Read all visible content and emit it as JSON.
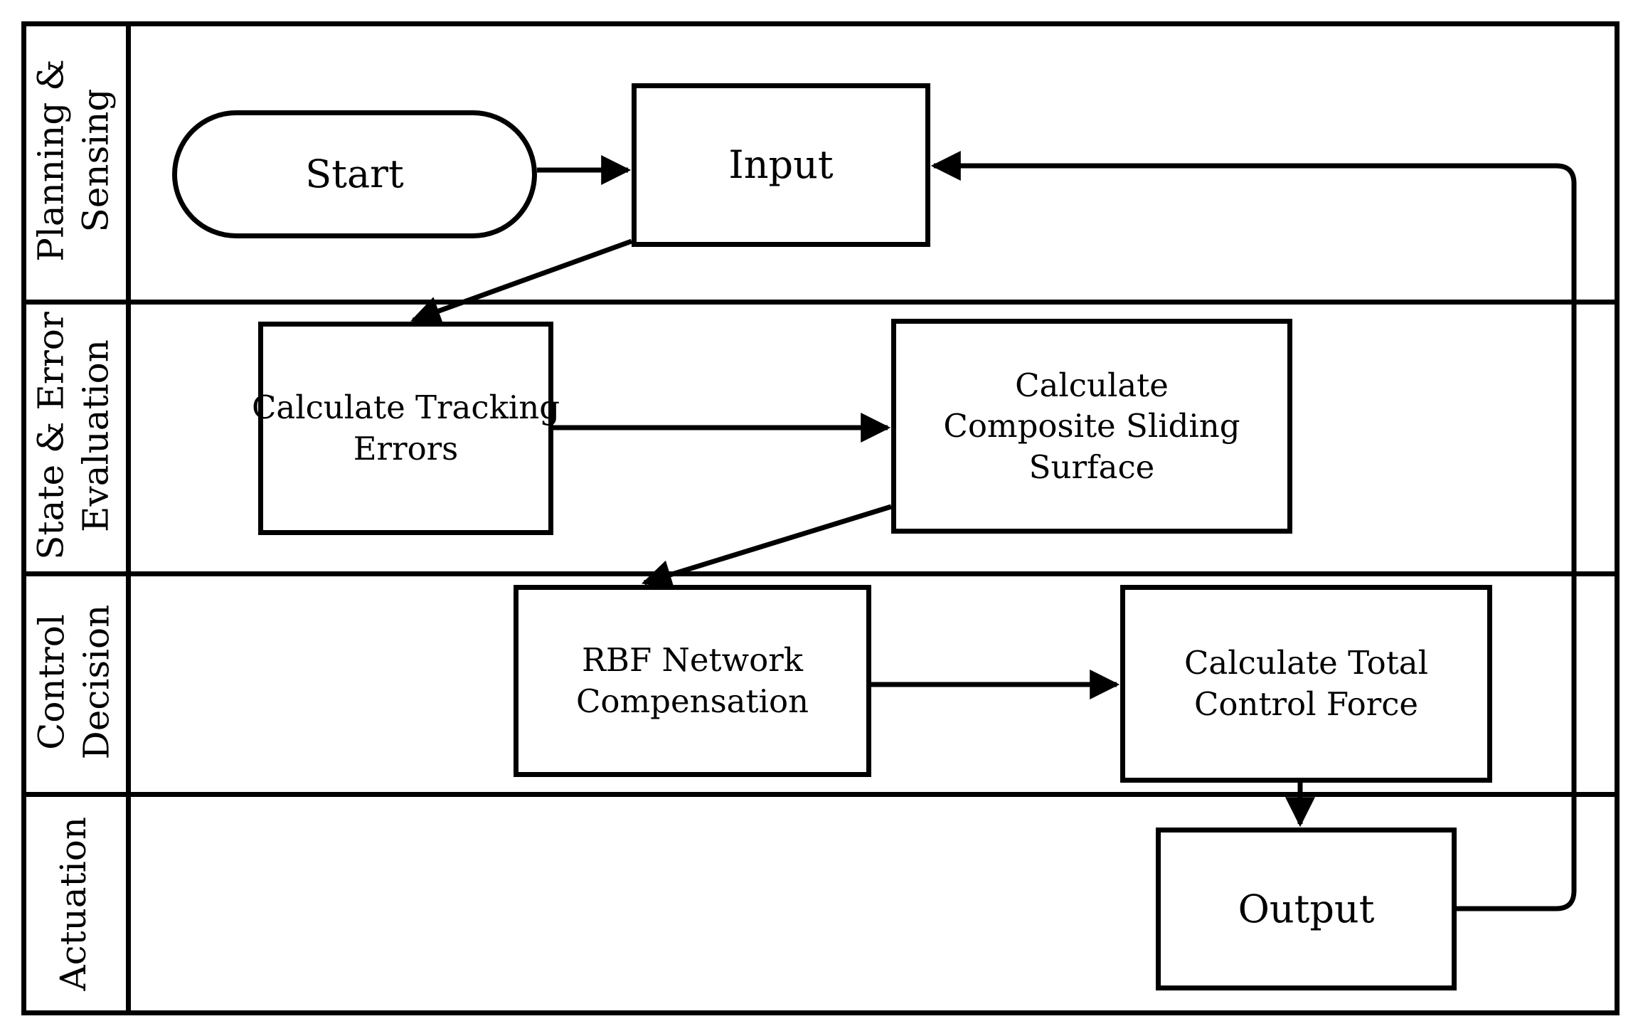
{
  "figure": {
    "type": "swimlane-flowchart",
    "background": "#ffffff"
  },
  "colors": {
    "line": "#000000",
    "background": "#ffffff",
    "text": "#000000",
    "arrowhead": "#000000"
  },
  "lanes": [
    {
      "id": "planning-sensing",
      "label_lines": [
        "Planning &",
        "Sensing"
      ]
    },
    {
      "id": "state-error-evaluation",
      "label_lines": [
        "State & Error",
        "Evaluation"
      ]
    },
    {
      "id": "control-decision",
      "label_lines": [
        "Control",
        "Decision"
      ]
    },
    {
      "id": "actuation",
      "label_lines": [
        "Actuation"
      ]
    }
  ],
  "nodes": {
    "start": {
      "shape": "stadium",
      "lines": [
        "Start"
      ]
    },
    "input": {
      "shape": "rectangle",
      "lines": [
        "Input"
      ]
    },
    "calc_tracking": {
      "shape": "rectangle",
      "lines": [
        "Calculate Tracking",
        "Errors"
      ]
    },
    "composite_surface": {
      "shape": "rectangle",
      "lines": [
        "Calculate",
        "Composite Sliding",
        "Surface"
      ]
    },
    "rbf": {
      "shape": "rectangle",
      "lines": [
        "RBF Network",
        "Compensation"
      ]
    },
    "calc_total": {
      "shape": "rectangle",
      "lines": [
        "Calculate Total",
        "Control Force"
      ]
    },
    "output": {
      "shape": "rectangle",
      "lines": [
        "Output"
      ]
    }
  },
  "edges": [
    {
      "from": "start",
      "to": "input",
      "style": "straight"
    },
    {
      "from": "input",
      "to": "calc_tracking",
      "style": "diagonal"
    },
    {
      "from": "calc_tracking",
      "to": "composite_surface",
      "style": "straight"
    },
    {
      "from": "composite_surface",
      "to": "rbf",
      "style": "diagonal"
    },
    {
      "from": "rbf",
      "to": "calc_total",
      "style": "straight"
    },
    {
      "from": "calc_total",
      "to": "output",
      "style": "straight"
    },
    {
      "from": "output",
      "to": "input",
      "style": "feedback-loop"
    }
  ]
}
